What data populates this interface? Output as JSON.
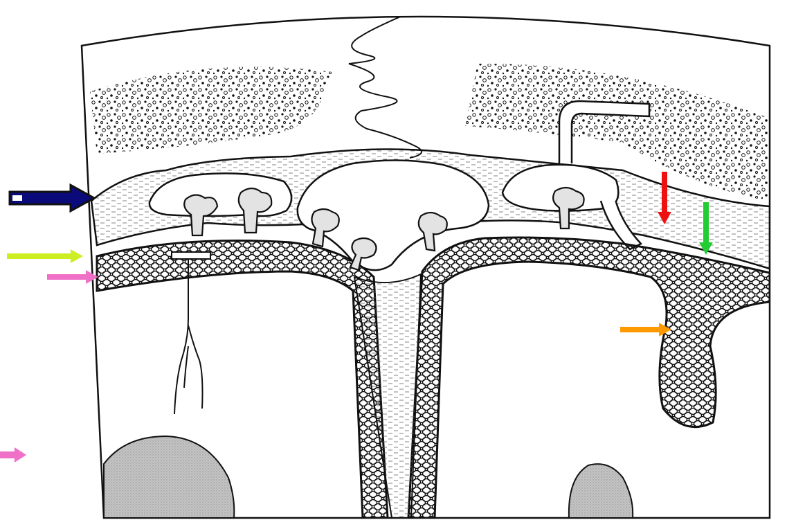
{
  "figure": {
    "subject": "meninges-cross-section",
    "colors": {
      "background": "#ffffff",
      "ink": "#111111",
      "bone_fill": "#ffffff",
      "dura_fill": "#e9e9e9",
      "arachnoid_fill": "#ffffff",
      "brain_fill": "#ffffff",
      "granulation_fill": "#e3e3e3",
      "gray_mass_fill": "#bdbdbd"
    }
  },
  "arrows": [
    {
      "id": "navy-arrow",
      "color": "#0a0a7a",
      "direction": "right",
      "style": "outlined"
    },
    {
      "id": "yellow-green-arrow",
      "color": "#ccee22",
      "direction": "right",
      "style": "plain"
    },
    {
      "id": "pink-arrow-upper",
      "color": "#f070c8",
      "direction": "right",
      "style": "plain"
    },
    {
      "id": "pink-arrow-lower",
      "color": "#f070c8",
      "direction": "right",
      "style": "plain"
    },
    {
      "id": "red-arrow",
      "color": "#ee1111",
      "direction": "down",
      "style": "plain"
    },
    {
      "id": "green-arrow",
      "color": "#22cc33",
      "direction": "down",
      "style": "plain"
    },
    {
      "id": "orange-arrow",
      "color": "#ff9900",
      "direction": "right",
      "style": "plain"
    }
  ]
}
